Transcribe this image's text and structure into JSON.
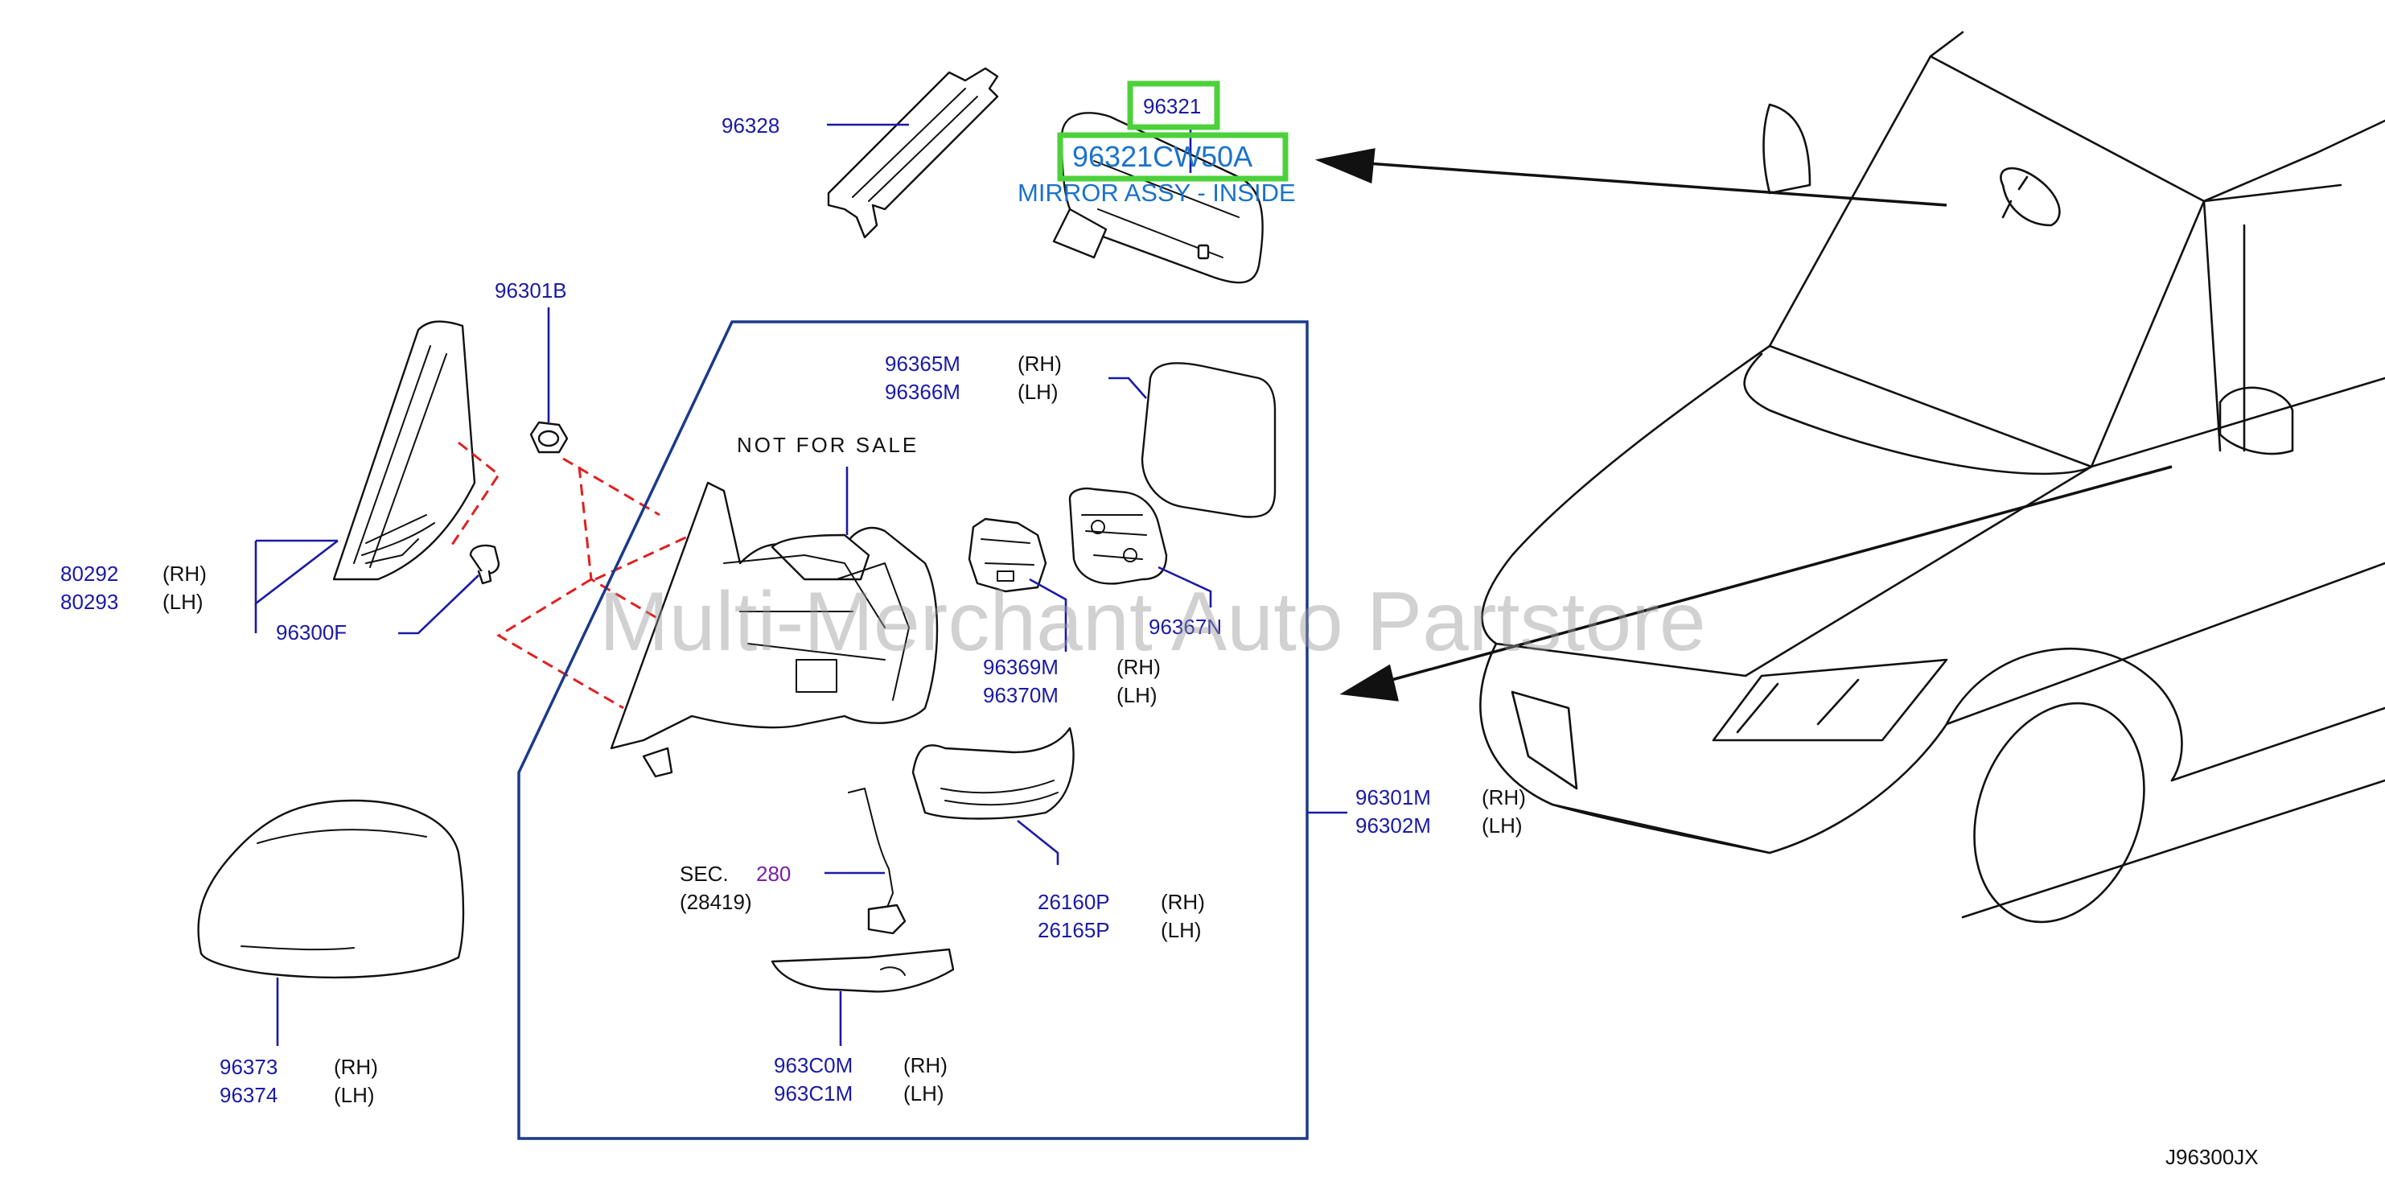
{
  "watermark": "Multi-Merchant Auto Partstore",
  "diagram_code": "J96300JX",
  "note": "NOT FOR SALE",
  "highlight": {
    "ref": "96321",
    "part_number": "96321CW50A",
    "description": "MIRROR ASSY - INSIDE"
  },
  "callouts": {
    "c96328": "96328",
    "c96301B": "96301B",
    "c80292": "80292",
    "c80292_side": "(RH)",
    "c80293": "80293",
    "c80293_side": "(LH)",
    "c96300F": "96300F",
    "c96365M": "96365M",
    "c96365M_side": "(RH)",
    "c96366M": "96366M",
    "c96366M_side": "(LH)",
    "c96367N": "96367N",
    "c96369M": "96369M",
    "c96369M_side": "(RH)",
    "c96370M": "96370M",
    "c96370M_side": "(LH)",
    "c96301M": "96301M",
    "c96301M_side": "(RH)",
    "c96302M": "96302M",
    "c96302M_side": "(LH)",
    "sec_prefix": "SEC.",
    "sec_ref": "280",
    "sec_sub": "(28419)",
    "c26160P": "26160P",
    "c26160P_side": "(RH)",
    "c26165P": "26165P",
    "c26165P_side": "(LH)",
    "c963C0M": "963C0M",
    "c963C0M_side": "(RH)",
    "c963C1M": "963C1M",
    "c963C1M_side": "(LH)",
    "c96373": "96373",
    "c96373_side": "(RH)",
    "c96374": "96374",
    "c96374_side": "(LH)"
  },
  "colors": {
    "part_number": "#1a1aa6",
    "highlight_box": "#4cd13a",
    "highlight_text": "#1a73c9",
    "section_ref": "#7a1fa6",
    "dashed_lines": "#e02020",
    "frame": "#1a3a8a"
  }
}
